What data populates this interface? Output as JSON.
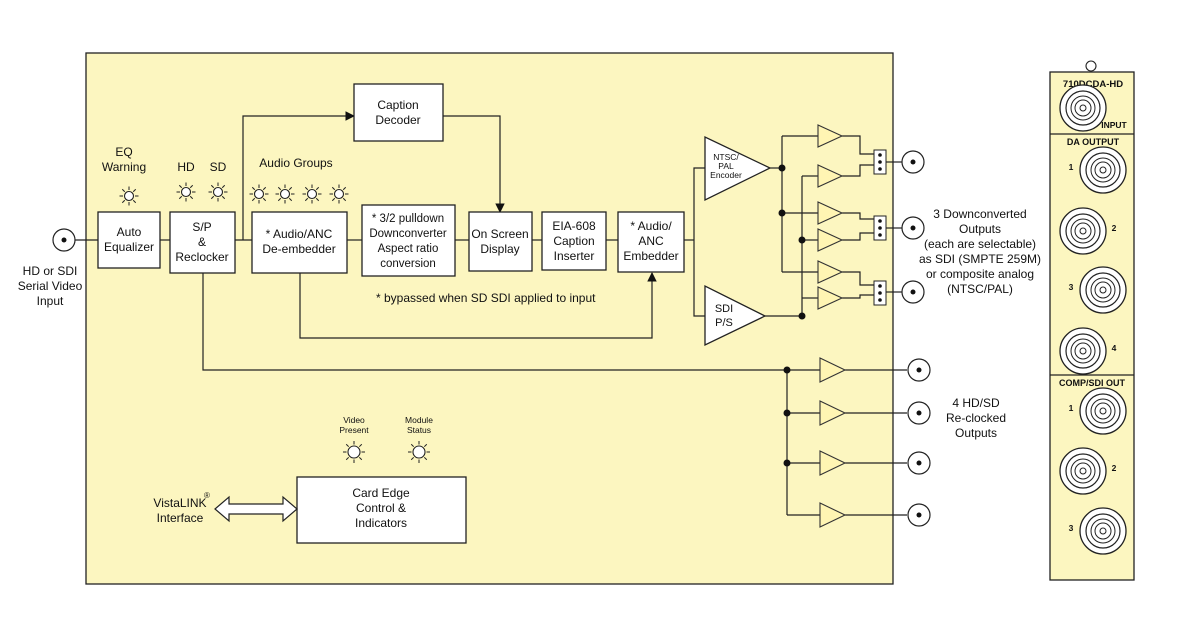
{
  "colors": {
    "panel": "#fcf6c0",
    "amp_fill": "#fff5b3",
    "line": "#222222"
  },
  "input_label": [
    "HD or SDI",
    "Serial Video",
    "Input"
  ],
  "indicators": {
    "eq_warning": [
      "EQ",
      "Warning"
    ],
    "hd": "HD",
    "sd": "SD",
    "audio_groups": "Audio Groups",
    "video_present": [
      "Video",
      "Present"
    ],
    "module_status": [
      "Module",
      "Status"
    ]
  },
  "blocks": {
    "auto_equalizer": [
      "Auto",
      "Equalizer"
    ],
    "reclocker": [
      "S/P",
      "&",
      "Reclocker"
    ],
    "deembedder": [
      "* Audio/ANC",
      "De-embedder"
    ],
    "downconverter": [
      "* 3/2 pulldown",
      "Downconverter",
      "Aspect ratio",
      "conversion"
    ],
    "caption_decoder": [
      "Caption",
      "Decoder"
    ],
    "osd": [
      "On Screen",
      "Display"
    ],
    "eia608": [
      "EIA-608",
      "Caption",
      "Inserter"
    ],
    "embedder": [
      "* Audio/",
      "ANC",
      "Embedder"
    ],
    "encoder": [
      "NTSC/",
      "PAL",
      "Encoder"
    ],
    "sdi_ps": [
      "SDI",
      "P/S"
    ],
    "card_edge": [
      "Card Edge",
      "Control &",
      "Indicators"
    ]
  },
  "footnote": "*  bypassed when SD SDI applied to input",
  "vistalink": {
    "name": "VistaLINK",
    "mark": "®",
    "line2": "Interface"
  },
  "downconverted_label": [
    "3 Downconverted",
    "Outputs",
    "(each are selectable)",
    "as SDI (SMPTE 259M)",
    "or composite analog",
    "(NTSC/PAL)"
  ],
  "reclocked_label": [
    "4 HD/SD",
    "Re-clocked",
    "Outputs"
  ],
  "rear_panel": {
    "model": "710DCDA-HD",
    "input": "INPUT",
    "da_output": "DA OUTPUT",
    "da_numbers": [
      "1",
      "2",
      "3",
      "4"
    ],
    "comp_sdi_out": "COMP/SDI OUT",
    "comp_numbers": [
      "1",
      "2",
      "3"
    ]
  }
}
